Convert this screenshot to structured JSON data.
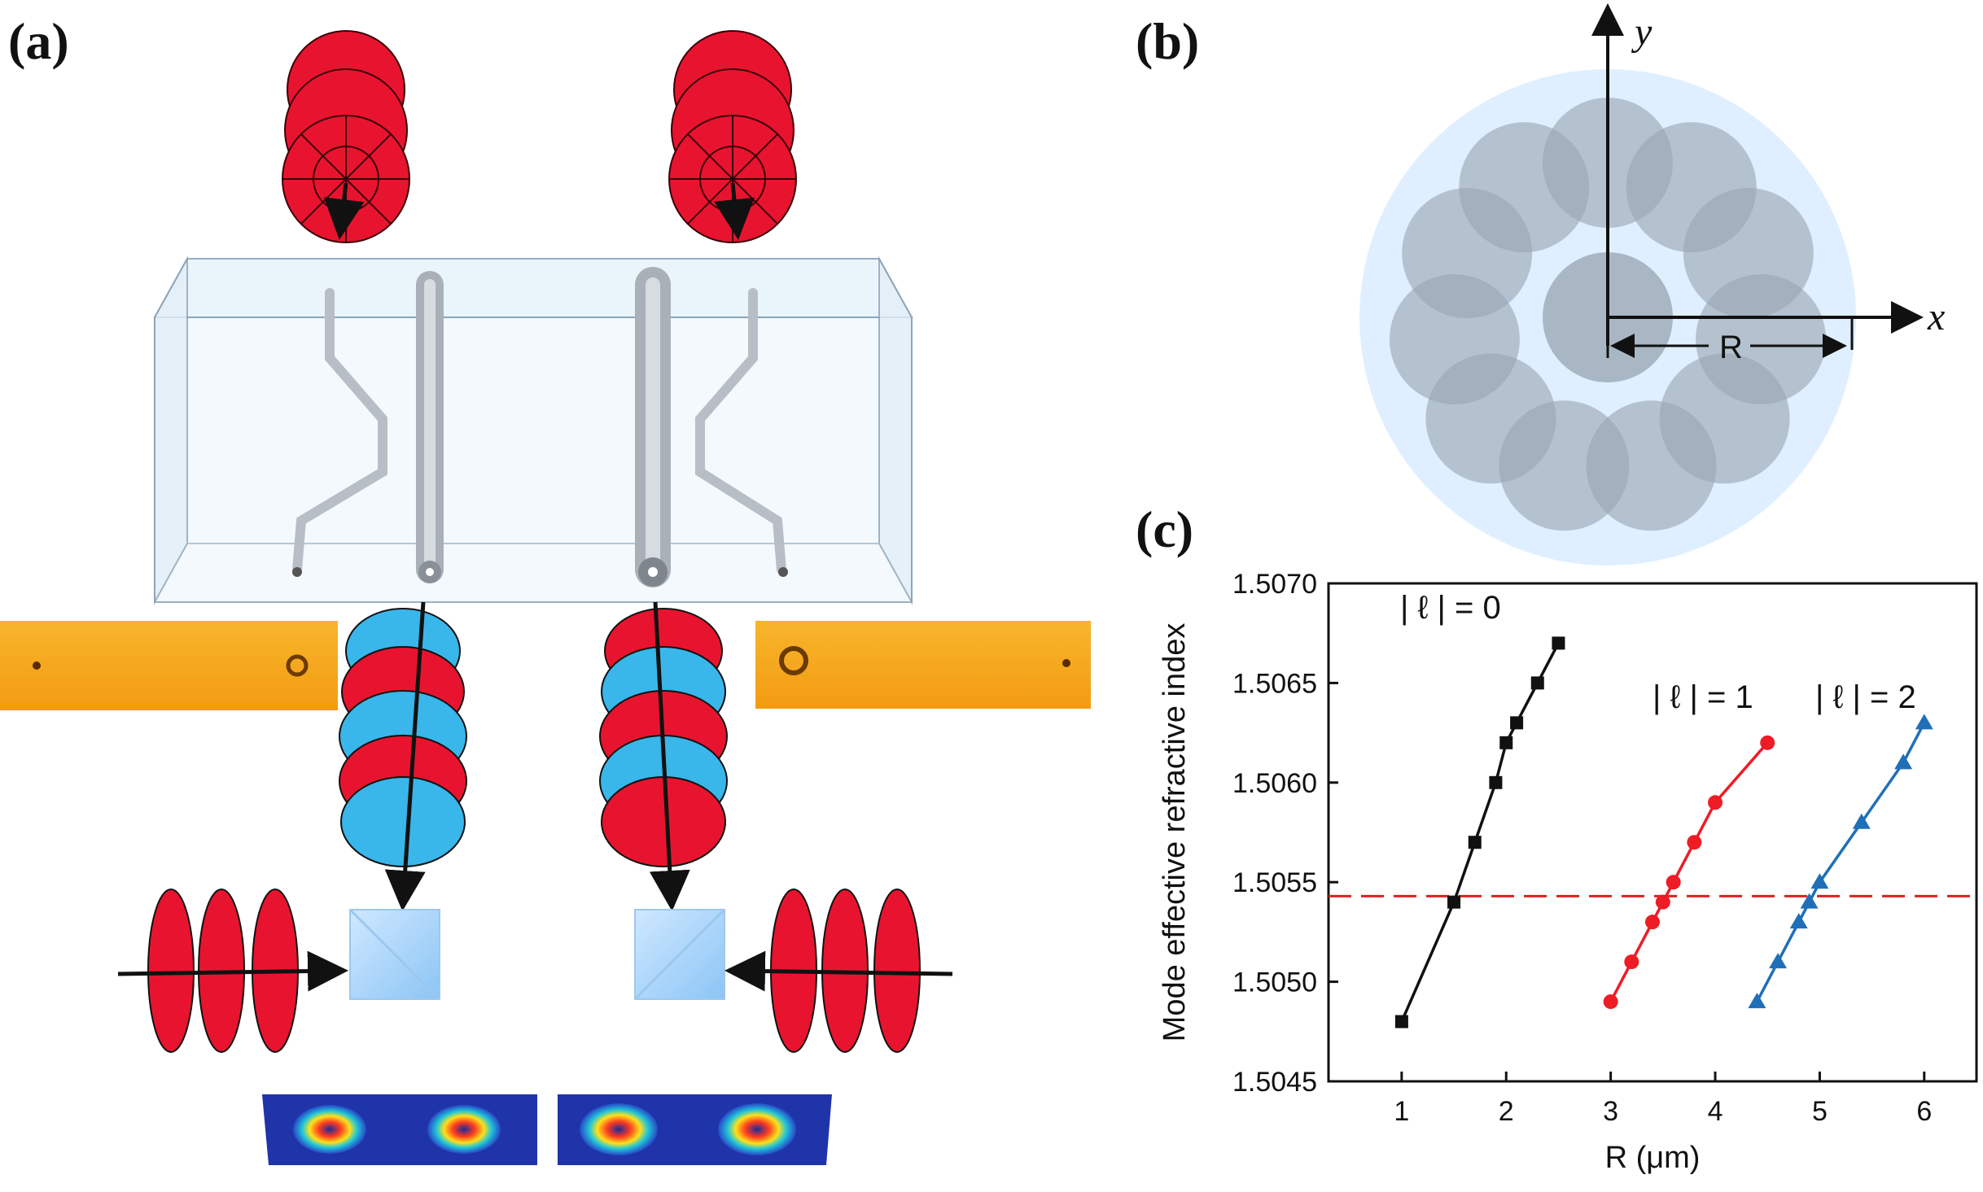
{
  "panels": {
    "a_label": "(a)",
    "b_label": "(b)",
    "c_label": "(c)"
  },
  "diagram_b": {
    "x_axis_label": "x",
    "y_axis_label": "y",
    "radius_label": "R",
    "outer_core_count": 11,
    "core_fill": "#97a4b0",
    "cladding_fill": "#dfefff"
  },
  "chart_data": {
    "type": "line",
    "xlabel": "R (μm)",
    "ylabel": "Mode effective refractive index",
    "xlim": [
      0.3,
      6.5
    ],
    "ylim": [
      1.5045,
      1.507
    ],
    "xticks": [
      1,
      2,
      3,
      4,
      5,
      6
    ],
    "xtick_labels": [
      "1",
      "2",
      "3",
      "4",
      "5",
      "6"
    ],
    "yticks": [
      1.5045,
      1.505,
      1.5055,
      1.506,
      1.5065,
      1.507
    ],
    "ytick_labels": [
      "1.5045",
      "1.5050",
      "1.5055",
      "1.5060",
      "1.5065",
      "1.5070"
    ],
    "reference_line": {
      "y": 1.50543,
      "color": "#e02020",
      "style": "dashed"
    },
    "series": [
      {
        "name": "| ℓ | = 0",
        "color": "#111111",
        "marker": "square",
        "x": [
          1.0,
          1.5,
          1.7,
          1.9,
          2.0,
          2.1,
          2.3,
          2.5
        ],
        "y": [
          1.5048,
          1.5054,
          1.5057,
          1.506,
          1.5062,
          1.5063,
          1.5065,
          1.5067
        ]
      },
      {
        "name": "| ℓ | = 1",
        "color": "#ee1c25",
        "marker": "circle",
        "x": [
          3.0,
          3.2,
          3.4,
          3.5,
          3.6,
          3.8,
          4.0,
          4.5
        ],
        "y": [
          1.5049,
          1.5051,
          1.5053,
          1.5054,
          1.5055,
          1.5057,
          1.5059,
          1.5062
        ]
      },
      {
        "name": "| ℓ | = 2",
        "color": "#1f6fb8",
        "marker": "triangle",
        "x": [
          4.4,
          4.6,
          4.8,
          4.9,
          5.0,
          5.4,
          5.8,
          6.0
        ],
        "y": [
          1.5049,
          1.5051,
          1.5053,
          1.5054,
          1.5055,
          1.5058,
          1.5061,
          1.5063
        ]
      }
    ]
  }
}
